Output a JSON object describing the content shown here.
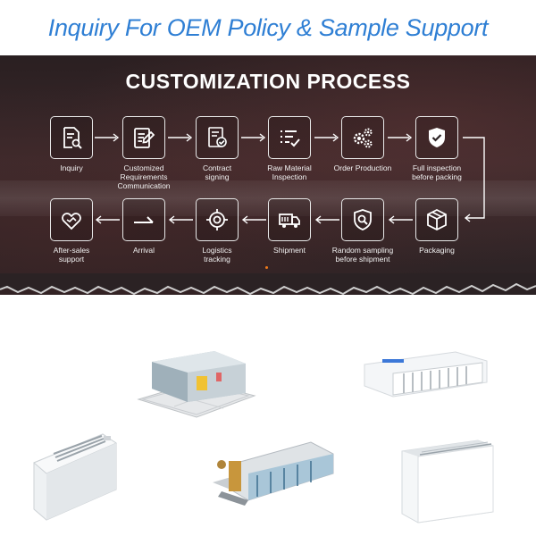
{
  "headline": "Inquiry For OEM Policy & Sample Support",
  "process": {
    "title": "CUSTOMIZATION PROCESS",
    "steps": [
      {
        "label": "Inquiry",
        "icon": "document-search-icon"
      },
      {
        "label": "Customized Requirements\nCommunication",
        "icon": "edit-document-icon"
      },
      {
        "label": "Contract\nsigning",
        "icon": "contract-check-icon"
      },
      {
        "label": "Raw Material\nInspection",
        "icon": "checklist-icon"
      },
      {
        "label": "Order Production",
        "icon": "gears-icon"
      },
      {
        "label": "Full inspection\nbefore packing",
        "icon": "shield-check-icon"
      },
      {
        "label": "Packaging",
        "icon": "box-icon"
      },
      {
        "label": "Random sampling\nbefore shipment",
        "icon": "shield-search-icon"
      },
      {
        "label": "Shipment",
        "icon": "truck-icon"
      },
      {
        "label": "Logistics\ntracking",
        "icon": "target-icon"
      },
      {
        "label": "Arrival",
        "icon": "arrival-arrow-icon"
      },
      {
        "label": "After-sales\nsupport",
        "icon": "heart-hand-icon"
      }
    ]
  },
  "colors": {
    "headline": "#2f7fd4",
    "panel": "#2a1f21",
    "icon_stroke": "#ffffff",
    "accent_dot": "#f07a1a"
  }
}
